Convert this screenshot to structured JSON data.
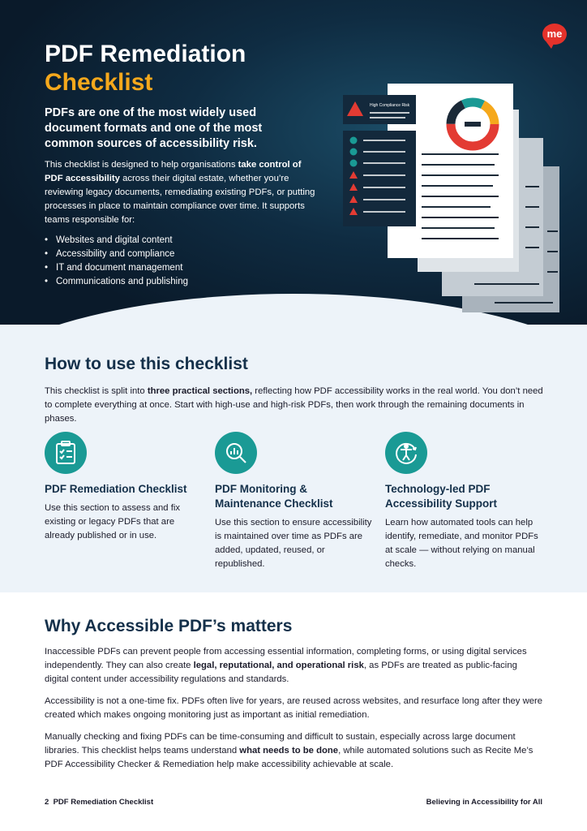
{
  "header": {
    "title_line1": "PDF Remediation",
    "title_line2": "Checklist",
    "logo_text": "me",
    "lead": "PDFs are one of the most widely used document formats  and one of the most common sources of accessibility risk.",
    "desc_before": "This checklist is designed to help organisations ",
    "desc_bold": "take control of PDF accessibility",
    "desc_after": " across their digital estate, whether you’re reviewing legacy documents, remediating existing PDFs, or putting processes in place to maintain compliance over time. It supports teams responsible for:",
    "bullets": [
      "Websites and digital content",
      "Accessibility and compliance",
      "IT and document management",
      "Communications and publishing"
    ],
    "illustration_label": "High Compliance Risk"
  },
  "how_to": {
    "heading": "How to use this checklist",
    "intro_before": "This checklist is split into ",
    "intro_bold": "three practical sections,",
    "intro_after": " reflecting how PDF accessibility works in the real world. You don’t need to complete everything at once. Start with high-use and high-risk PDFs, then work through the remaining documents in phases.",
    "sections": [
      {
        "title": "PDF Remediation Checklist",
        "text": "Use this section to assess and fix existing or legacy PDFs that are already published or in use.",
        "icon": "clipboard-checklist-icon"
      },
      {
        "title": "PDF Monitoring & Maintenance Checklist",
        "text": "Use this section to ensure accessibility is maintained over time as PDFs are added, updated, reused, or republished.",
        "icon": "magnifier-chart-icon"
      },
      {
        "title": "Technology-led PDF Accessibility Support",
        "text": "Learn how automated tools can help identify, remediate, and monitor PDFs at scale — without relying on manual checks.",
        "icon": "accessibility-person-icon"
      }
    ]
  },
  "why": {
    "heading": "Why Accessible PDF’s matters",
    "p1_before": "Inaccessible PDFs can prevent people from accessing essential information, completing forms, or using digital services independently. They can also create ",
    "p1_bold": "legal, reputational, and operational risk",
    "p1_after": ", as PDFs are treated as public-facing digital content under accessibility regulations and standards.",
    "p2": "Accessibility is not a one-time fix. PDFs often live for years, are reused across websites, and resurface long after they were created which makes ongoing monitoring just as important as initial remediation.",
    "p3_before": "Manually checking and fixing PDFs can be time-consuming and difficult to sustain, especially across large document libraries. This checklist helps teams understand ",
    "p3_bold": "what needs to be done",
    "p3_after": ", while automated solutions such as Recite Me’s PDF Accessibility Checker & Remediation help make accessibility achievable at scale."
  },
  "footer": {
    "page_number": "2",
    "doc_title": "PDF Remediation Checklist",
    "tagline": "Believing in Accessibility for All"
  },
  "colors": {
    "navy": "#0f2c42",
    "accent_orange": "#f5a81c",
    "teal": "#1a9a95",
    "brand_red": "#e4322b",
    "light_band": "#edf3f9",
    "heading": "#14304a"
  }
}
